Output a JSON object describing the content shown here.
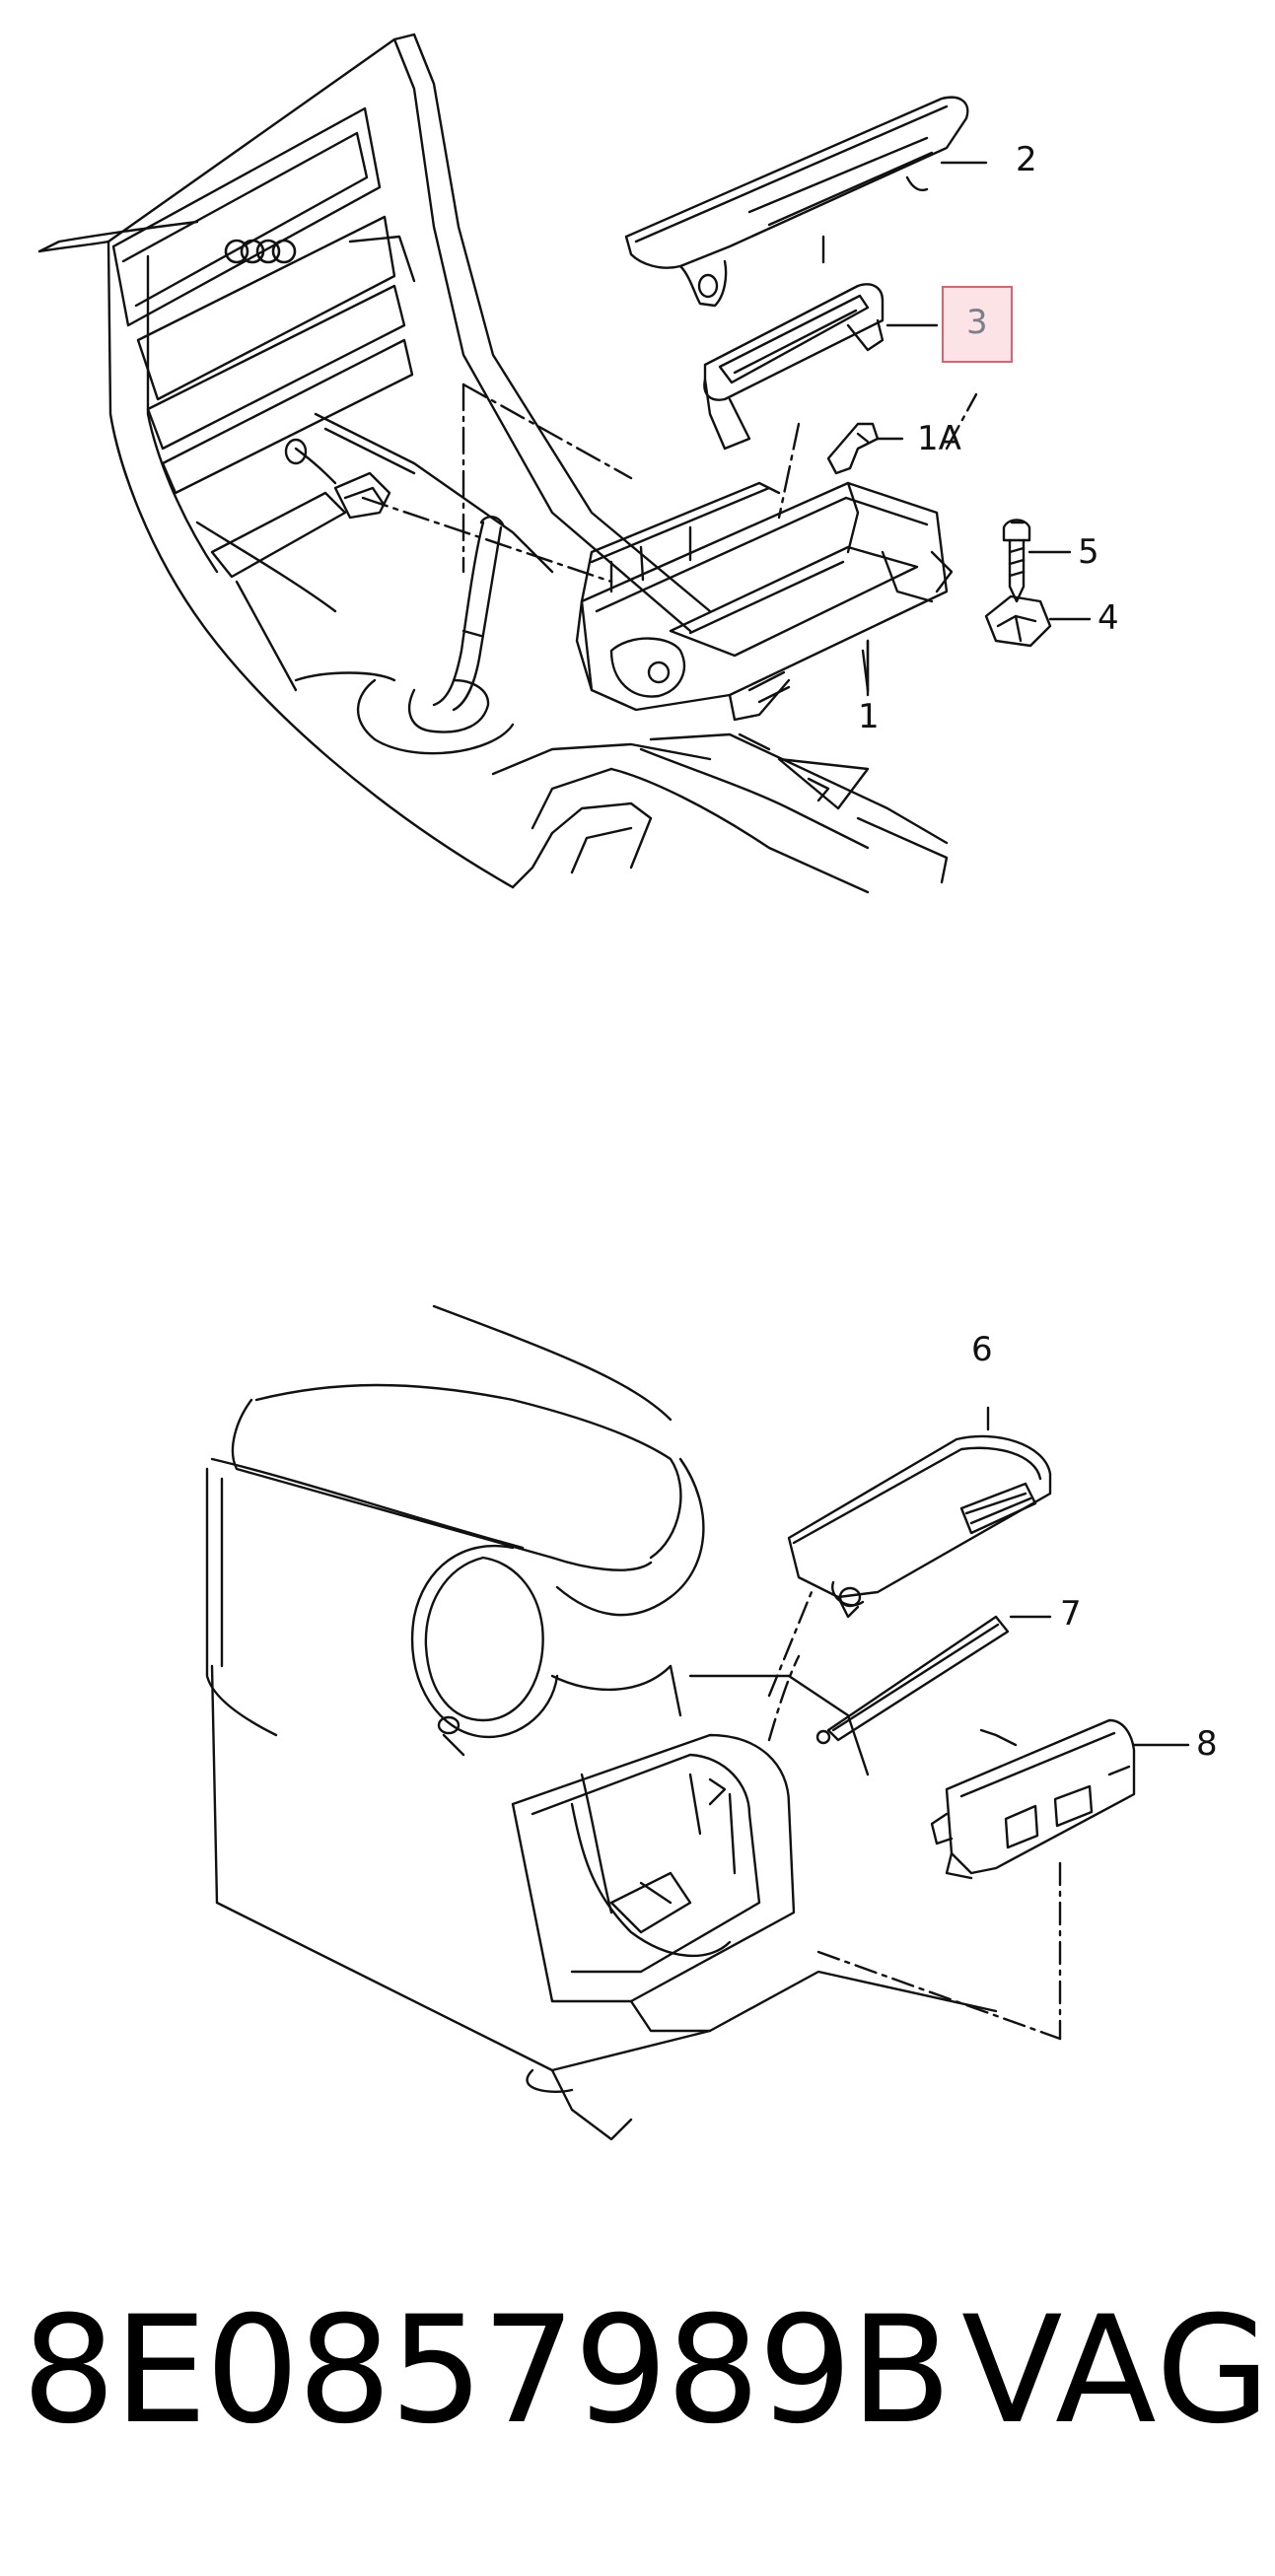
{
  "diagram": {
    "callouts_top": {
      "c2": "2",
      "c3": "3",
      "c1a": "1A",
      "c5": "5",
      "c4": "4",
      "c1": "1"
    },
    "callouts_bottom": {
      "c6": "6",
      "c7": "7",
      "c8": "8"
    },
    "highlight_color": "#fbe3e6",
    "highlight_border": "#e0626e"
  },
  "footer": {
    "part_number": "8E0857989B",
    "brand": "VAG"
  }
}
